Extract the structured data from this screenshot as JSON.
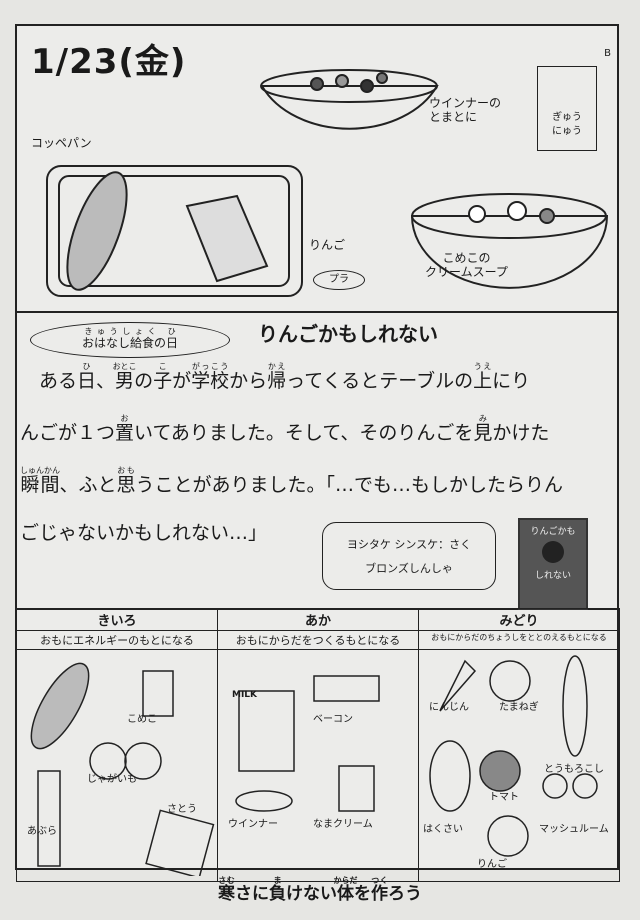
{
  "menu": {
    "date": "1/23(金)",
    "version": "B",
    "items": {
      "bread": "コッペパン",
      "stew": "ウインナーの\nとまとに",
      "milk": "ぎゅう\nにゅう",
      "apple": "りんご",
      "plastic": "プラ",
      "soup": "こめこの\nクリームスープ"
    }
  },
  "story": {
    "badge": {
      "text": "おはなし給食の日",
      "ruby": "きゅうしょく ひ"
    },
    "title": "りんごかもしれない",
    "lines": [
      [
        [
          "　ある",
          ""
        ],
        [
          "日",
          "ひ"
        ],
        [
          "、",
          ""
        ],
        [
          "男",
          "おとこ"
        ],
        [
          "の",
          ""
        ],
        [
          "子",
          "こ"
        ],
        [
          "が",
          ""
        ],
        [
          "学校",
          "がっこう"
        ],
        [
          "から",
          ""
        ],
        [
          "帰",
          "かえ"
        ],
        [
          "ってくるとテーブルの",
          ""
        ],
        [
          "上",
          "うえ"
        ],
        [
          "にり",
          ""
        ]
      ],
      [
        [
          "んごが１つ",
          ""
        ],
        [
          "置",
          "お"
        ],
        [
          "いてありました。そして、そのりんごを",
          ""
        ],
        [
          "見",
          "み"
        ],
        [
          "かけた",
          ""
        ]
      ],
      [
        [
          "瞬間",
          "しゅんかん"
        ],
        [
          "、ふと",
          ""
        ],
        [
          "思",
          "おも"
        ],
        [
          "うことがありました。「…でも…もしかしたらりん",
          ""
        ]
      ],
      [
        [
          "ごじゃないかもしれない…」",
          ""
        ]
      ]
    ],
    "credit": {
      "author": "ヨシタケ シンスケ：さく",
      "publisher": "ブロンズしんしゃ"
    },
    "book_cover": "りんごかもしれない"
  },
  "groups": [
    {
      "color": "きいろ",
      "desc": "おもにエネルギーのもとになる",
      "foods": [
        "こめこ",
        "じゃがいも",
        "あぶら",
        "さとう"
      ]
    },
    {
      "color": "あか",
      "desc": "おもにからだをつくるもとになる",
      "foods": [
        "ベーコン",
        "ウインナー",
        "なまクリーム",
        "MILK"
      ]
    },
    {
      "color": "みどり",
      "desc": "おもにからだのちょうしをととのえるもとになる",
      "foods": [
        "にんじん",
        "たまねぎ",
        "とうもろこし",
        "はくさい",
        "トマト",
        "マッシュルーム",
        "りんご"
      ]
    }
  ],
  "slogan": [
    [
      "寒",
      "さむ"
    ],
    [
      "さに",
      ""
    ],
    [
      "負",
      "ま"
    ],
    [
      "けない",
      ""
    ],
    [
      "体",
      "からだ"
    ],
    [
      "を",
      ""
    ],
    [
      "作",
      "つく"
    ],
    [
      "ろう",
      ""
    ]
  ]
}
